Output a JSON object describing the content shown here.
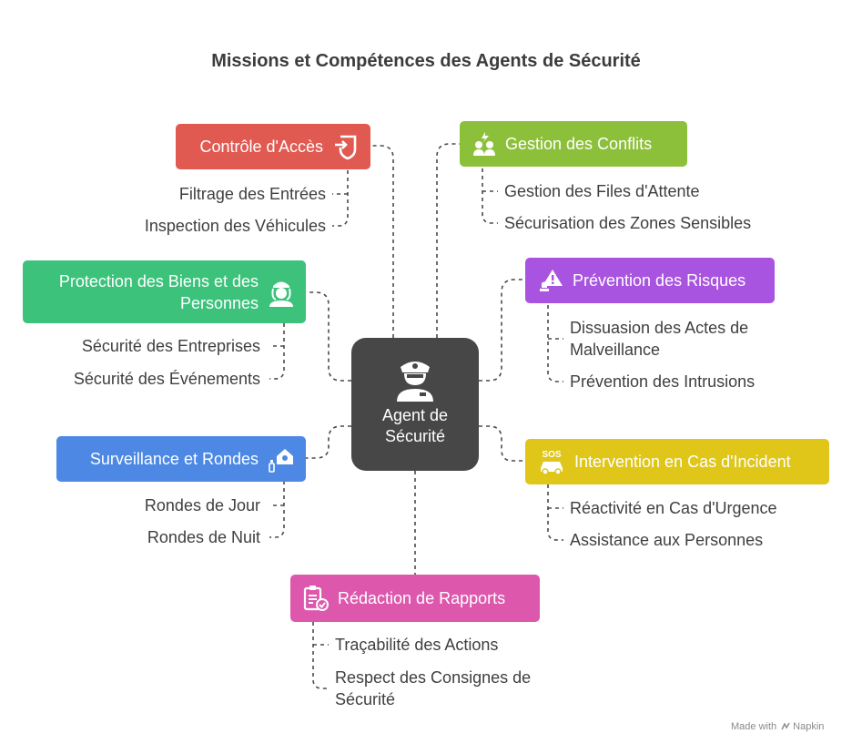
{
  "title": "Missions et Compétences des Agents de Sécurité",
  "center": {
    "label": "Agent de\nSécurité",
    "icon": "security-guard-icon",
    "color": "#474747"
  },
  "branches": [
    {
      "id": "controle",
      "label": "Contrôle d'Accès",
      "color": "#e05a52",
      "icon": "access-entry-icon",
      "items": [
        "Filtrage des Entrées",
        "Inspection des Véhicules"
      ]
    },
    {
      "id": "conflits",
      "label": "Gestion des Conflits",
      "color": "#8dc03a",
      "icon": "conflict-people-icon",
      "items": [
        "Gestion des Files d'Attente",
        "Sécurisation des Zones Sensibles"
      ]
    },
    {
      "id": "protection",
      "label": "Protection des Biens et des\nPersonnes",
      "color": "#3cc27a",
      "icon": "guard-woman-icon",
      "items": [
        "Sécurité des Entreprises",
        "Sécurité des Événements"
      ]
    },
    {
      "id": "prevention",
      "label": "Prévention des Risques",
      "color": "#a854e0",
      "icon": "hazard-warning-icon",
      "items": [
        "Dissuasion des Actes de\nMalveillance",
        "Prévention des Intrusions"
      ]
    },
    {
      "id": "surveillance",
      "label": "Surveillance et Rondes",
      "color": "#4c88e4",
      "icon": "patrol-house-icon",
      "items": [
        "Rondes de Jour",
        "Rondes de Nuit"
      ]
    },
    {
      "id": "intervention",
      "label": "Intervention en Cas d'Incident",
      "color": "#dfc619",
      "icon": "sos-car-icon",
      "items": [
        "Réactivité en Cas d'Urgence",
        "Assistance aux Personnes"
      ]
    },
    {
      "id": "redaction",
      "label": "Rédaction de Rapports",
      "color": "#dd58ad",
      "icon": "report-clipboard-icon",
      "items": [
        "Traçabilité des Actions",
        "Respect des Consignes de\nSécurité"
      ]
    }
  ],
  "icons": {
    "sos_text": "SOS"
  },
  "footer": {
    "text": "Made with",
    "brand": "Napkin",
    "icon": "napkin-logo-icon"
  }
}
